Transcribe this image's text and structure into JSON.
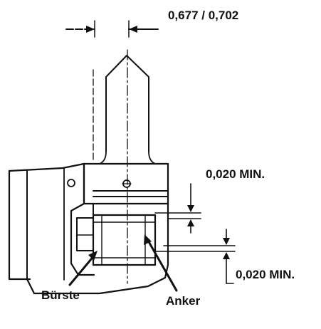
{
  "labels": {
    "width_dimension": "0,677 / 0,702",
    "upper_clearance": "0,020 MIN.",
    "lower_clearance": "0,020 MIN.",
    "brush": "Bürste",
    "armature": "Anker"
  }
}
